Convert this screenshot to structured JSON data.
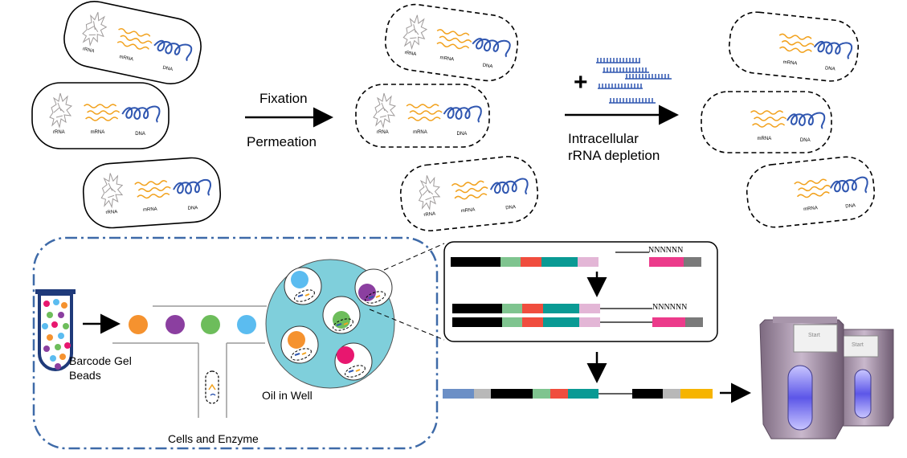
{
  "cell_labels": {
    "rrna": "rRNA",
    "mrna": "mRNA",
    "dna": "DNA"
  },
  "step1": {
    "line1": "Fixation",
    "line2": "Permeation"
  },
  "step2": {
    "plus": "+",
    "line1": "Intracellular",
    "line2": "rRNA depletion"
  },
  "microfluidics": {
    "beads_label_line1": "Barcode Gel",
    "beads_label_line2": "Beads",
    "cells_label": "Cells and Enzyme",
    "well_label": "Oil in Well"
  },
  "library": {
    "polyN": "NNNNNN"
  },
  "instrument": {
    "screen_text": "Start"
  },
  "colors": {
    "bead_orange": "#f5922f",
    "bead_purple": "#8b3fa0",
    "bead_green": "#6dbd5b",
    "bead_blue": "#5bbcf0",
    "bead_pink": "#e8176f",
    "well_fill": "#7fcfdb",
    "dash_box": "#3e6aa8",
    "seg_black": "#000000",
    "seg_green": "#7fc48f",
    "seg_red": "#f04d3e",
    "seg_teal": "#0a9a94",
    "seg_pink": "#e3b6d6",
    "seg_magenta": "#ec3b8b",
    "seg_gray": "#7a7a7a",
    "seg_blue": "#6b8fc6",
    "seg_lightgray": "#b8b8b8",
    "seg_yellow": "#f6b400",
    "mrna": "#f2a21e",
    "dna": "#2f56b0",
    "rrna": "#9e9a9a"
  }
}
